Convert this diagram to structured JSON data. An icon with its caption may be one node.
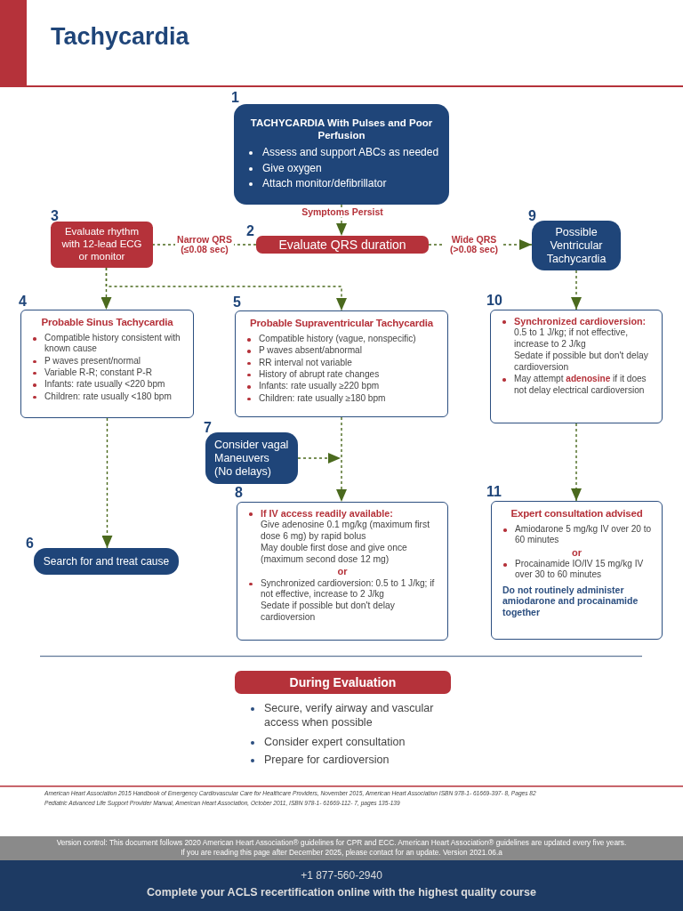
{
  "diagram": {
    "title": "Tachycardia",
    "nodes": [
      {
        "text": [
          "TACHYCARDIA With Pulses and Poor Perfusion",
          "Assess and support ABCs as needed",
          "Give oxygen",
          "Attach monitor/defibrillator"
        ],
        "beside": [
          "1"
        ]
      },
      {
        "text": [
          "Evaluate QRS duration"
        ],
        "beside": [
          "2"
        ]
      },
      {
        "text": [
          "Evaluate rhythm with 12-lead ECG or monitor"
        ],
        "beside": [
          "3"
        ]
      },
      {
        "text": [
          "Possible Ventricular Tachycardia"
        ],
        "beside": [
          "9"
        ]
      },
      {
        "text": [
          "Probable Sinus Tachycardia",
          "Compatible history consistent with known cause",
          "P waves present/normal",
          "Variable R-R; constant P-R",
          "Infants: rate usually <220 bpm",
          "Children: rate usually <180 bpm"
        ],
        "beside": [
          "4"
        ]
      },
      {
        "text": [
          "Probable Supraventricular Tachycardia",
          "Compatible history (vague, nonspecific)",
          "P waves absent/abnormal",
          "RR interval not variable",
          "History of abrupt rate changes",
          "Infants: rate usually ≥220 bpm",
          "Children: rate usually ≥180 bpm"
        ],
        "beside": [
          "5"
        ]
      },
      {
        "text": [
          "Consider vagal Maneuvers (No delays)"
        ],
        "beside": [
          "7"
        ]
      },
      {
        "text": [
          "If IV access readily available:",
          "Give adenosine 0.1 mg/kg (maximum first dose 6 mg) by rapid bolus",
          "May double first dose and give once (maximum second dose 12 mg)",
          "or",
          "Synchronized cardioversion: 0.5 to 1 J/kg; if not effective, increase to 2 J/kg",
          "Sedate if possible but don't delay cardioversion"
        ],
        "beside": [
          "8"
        ]
      },
      {
        "text": [
          "Synchronized cardioversion:",
          "0.5 to 1 J/kg; if not effective, increase to 2 J/kg",
          "Sedate if possible but don't delay cardioversion",
          "May attempt **adenosine** if it does not delay electrical cardioversion"
        ],
        "beside": [
          "10"
        ]
      },
      {
        "text": [
          "Expert consultation advised",
          "Amiodarone 5 mg/kg IV over 20 to 60 minutes",
          "or",
          "Procainamide IO/IV 15 mg/kg IV over 30 to 60 minutes",
          "Do not routinely administer amiodarone and procainamide together"
        ],
        "beside": [
          "11"
        ]
      },
      {
        "text": [
          "Search for and treat cause"
        ],
        "beside": [
          "6"
        ]
      },
      {
        "text": [
          "During Evaluation"
        ]
      }
    ],
    "edges": [
      {
        "from": 0,
        "to": 1,
        "arrow": "to",
        "label": "Symptoms Persist",
        "style": "dashed"
      },
      {
        "from": 1,
        "to": 2,
        "arrow": "none",
        "label": "Narrow QRS (≤0.08 sec)",
        "style": "dashed"
      },
      {
        "from": 1,
        "to": 3,
        "arrow": "to",
        "label": "Wide QRS (>0.08 sec)",
        "style": "dashed"
      },
      {
        "from": 2,
        "to": 4,
        "arrow": "to",
        "style": "dashed"
      },
      {
        "from": 2,
        "to": 5,
        "arrow": "to",
        "style": "dashed"
      },
      {
        "from": 4,
        "to": 10,
        "arrow": "to",
        "style": "dashed"
      },
      {
        "from": 5,
        "to": 7,
        "arrow": "to",
        "style": "dashed"
      },
      {
        "from": 6,
        "to": null,
        "arrow": "to",
        "style": "dashed"
      },
      {
        "from": 3,
        "to": 8,
        "arrow": "to",
        "style": "dashed"
      },
      {
        "from": 8,
        "to": 9,
        "arrow": "to",
        "style": "dashed"
      }
    ],
    "labels": [
      "Secure, verify airway and vascular access when possible",
      "Consider expert consultation",
      "Prepare for cardioversion",
      "American Heart Association 2015 Handbook of Emergency Cardiovascular Care for Healthcare Providers, November 2015, American Heart Association ISBN 978-1- 61669-397- 8, Pages 82",
      "Pediatric Advanced Life Support Provider Manual, American Heart Association, October 2011, ISBN 978-1- 61669-112- 7, pages 135-139",
      "Version control: This document follows 2020 American Heart Association® guidelines for CPR and ECC. American Heart Association® guidelines are updated every five years.",
      "If you are reading this page after December 2025, please contact for an update. Version 2021.06.a",
      "+1 877-560-2940",
      "Complete your ACLS recertification online with the highest quality course"
    ]
  }
}
